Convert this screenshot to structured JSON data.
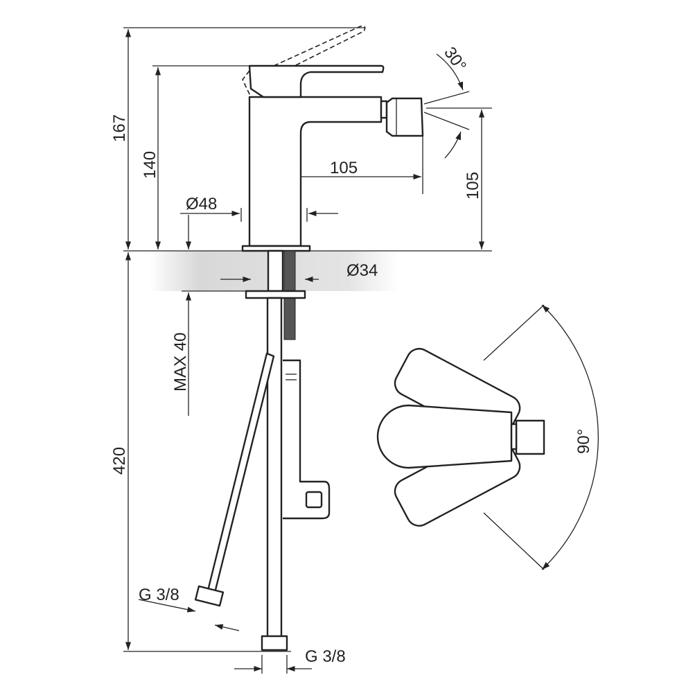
{
  "drawing": {
    "dimensions": {
      "total_height": "167",
      "handle_height": "140",
      "spout_reach": "105",
      "spout_height": "105",
      "base_diameter": "Ø48",
      "shank_diameter": "Ø34",
      "spray_angle": "30°",
      "max_thickness": "MAX 40",
      "hose_length": "420",
      "hose_connection_left": "G 3/8",
      "hose_connection_right": "G 3/8",
      "handle_rotation": "90°"
    }
  }
}
